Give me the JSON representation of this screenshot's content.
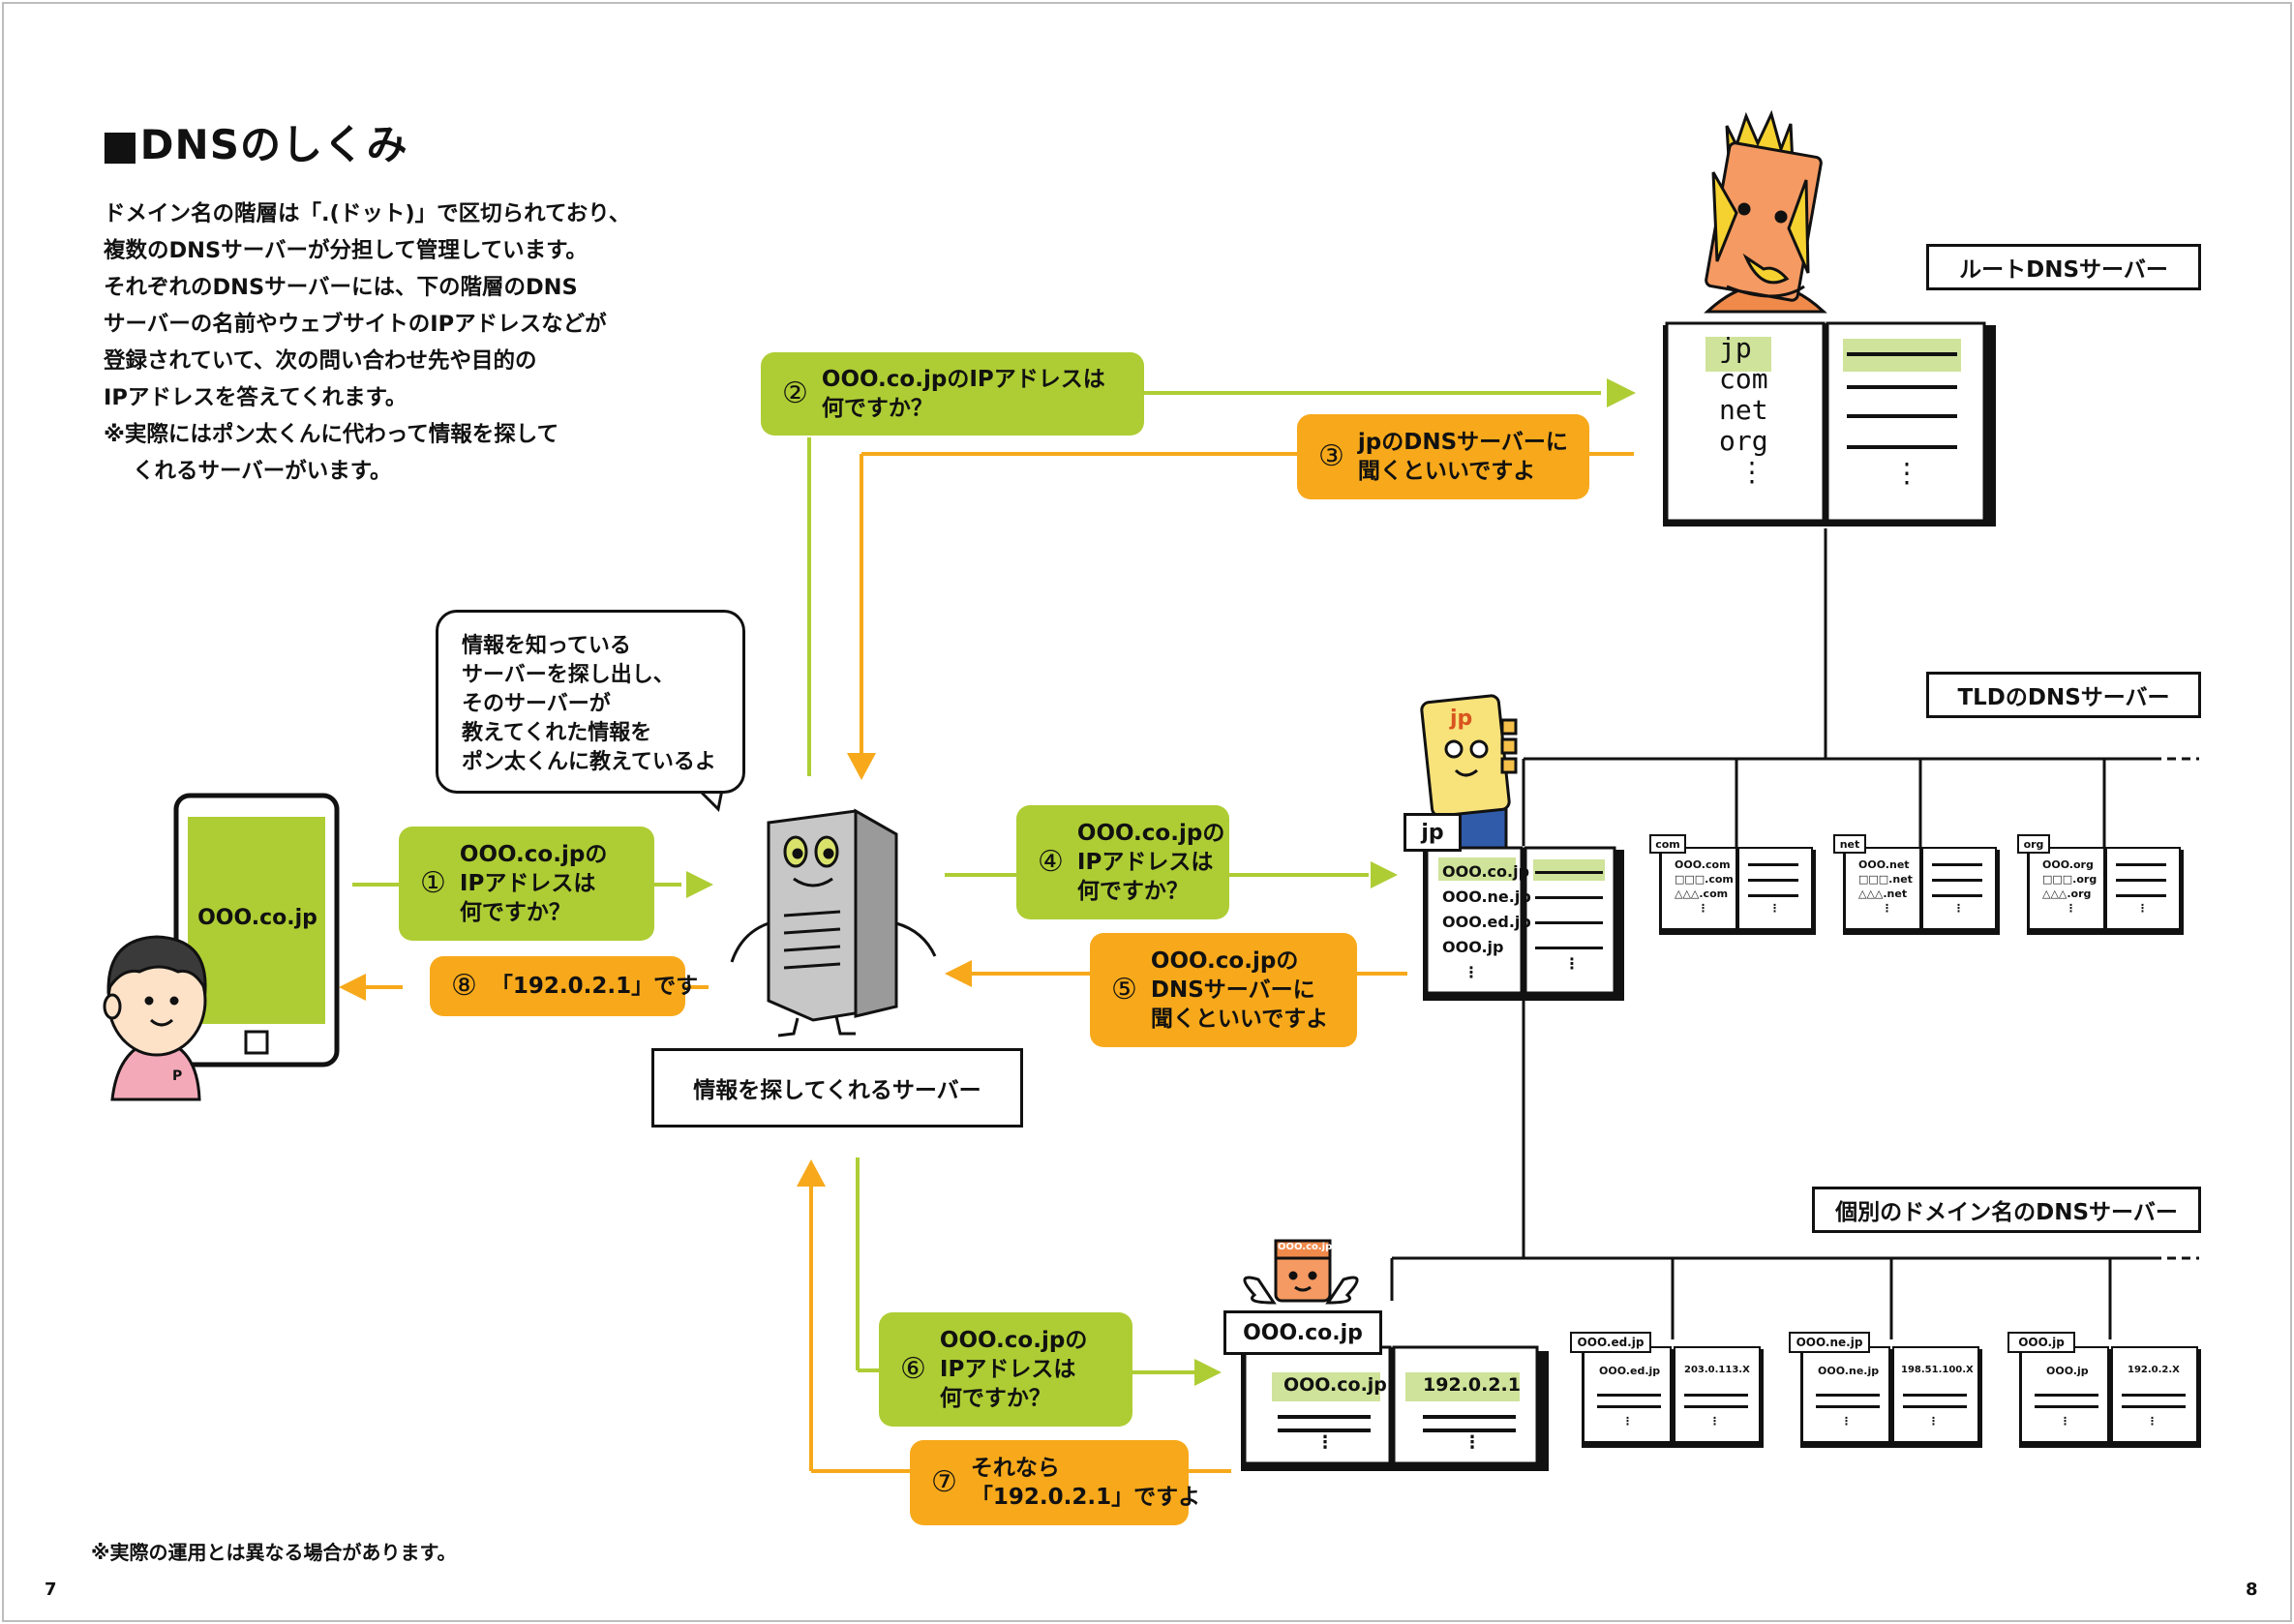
{
  "heading": "■DNSのしくみ",
  "intro": [
    "ドメイン名の階層は「.(ドット)」で区切られており、",
    "複数のDNSサーバーが分担して管理しています。",
    "それぞれのDNSサーバーには、下の階層のDNS",
    "サーバーの名前やウェブサイトのIPアドレスなどが",
    "登録されていて、次の問い合わせ先や目的の",
    "IPアドレスを答えてくれます。",
    "※実際にはポン太くんに代わって情報を探して",
    "くれるサーバーがいます。"
  ],
  "footnote": "※実際の運用とは異なる場合があります。",
  "page_numbers": {
    "left": "7",
    "right": "8"
  },
  "bubble": [
    "情報を知っている",
    "サーバーを探し出し、",
    "そのサーバーが",
    "教えてくれた情報を",
    "ポン太くんに教えているよ"
  ],
  "resolver_label": "情報を探してくれるサーバー",
  "phone_text": "OOO.co.jp",
  "labels": {
    "root": "ルートDNSサーバー",
    "tld": "TLDのDNSサーバー",
    "individual": "個別のドメイン名のDNSサーバー",
    "jp_tag": "jp",
    "domain_tag": "OOO.co.jp"
  },
  "steps": [
    {
      "num": "①",
      "lines": [
        "OOO.co.jpの",
        "IPアドレスは",
        "何ですか？"
      ]
    },
    {
      "num": "②",
      "lines": [
        "OOO.co.jpのIPアドレスは",
        "何ですか？"
      ]
    },
    {
      "num": "③",
      "lines": [
        "jpのDNSサーバーに",
        "聞くといいですよ"
      ]
    },
    {
      "num": "④",
      "lines": [
        "OOO.co.jpの",
        "IPアドレスは",
        "何ですか？"
      ]
    },
    {
      "num": "⑤",
      "lines": [
        "OOO.co.jpの",
        "DNSサーバーに",
        "聞くといいですよ"
      ]
    },
    {
      "num": "⑥",
      "lines": [
        "OOO.co.jpの",
        "IPアドレスは",
        "何ですか？"
      ]
    },
    {
      "num": "⑦",
      "lines": [
        "それなら",
        "「192.0.2.1」ですよ"
      ]
    },
    {
      "num": "⑧",
      "lines": [
        "「192.0.2.1」です"
      ]
    }
  ],
  "root_book": {
    "left": [
      "jp",
      "com",
      "net",
      "org",
      "⋮"
    ],
    "right": "⋮"
  },
  "jp_book": {
    "left": [
      "OOO.co.jp",
      "OOO.ne.jp",
      "OOO.ed.jp",
      "OOO.jp",
      "⋮"
    ],
    "right": "⋮"
  },
  "tld_books": [
    {
      "tag": "com",
      "left": [
        "OOO.com",
        "□□□.com",
        "△△△.com",
        "⋮"
      ],
      "right": "⋮"
    },
    {
      "tag": "net",
      "left": [
        "OOO.net",
        "□□□.net",
        "△△△.net",
        "⋮"
      ],
      "right": "⋮"
    },
    {
      "tag": "org",
      "left": [
        "OOO.org",
        "□□□.org",
        "△△△.org",
        "⋮"
      ],
      "right": "⋮"
    }
  ],
  "domain_book": {
    "left": "OOO.co.jp",
    "right": "192.0.2.1",
    "more": "⋮"
  },
  "domain_books": [
    {
      "tag": "OOO.ed.jp",
      "left": "OOO.ed.jp",
      "right": "203.0.113.X",
      "more": "⋮"
    },
    {
      "tag": "OOO.ne.jp",
      "left": "OOO.ne.jp",
      "right": "198.51.100.X",
      "more": "⋮"
    },
    {
      "tag": "OOO.jp",
      "left": "OOO.jp",
      "right": "192.0.2.X",
      "more": "⋮"
    }
  ],
  "mascot_labels": {
    "jp_character": "jp",
    "domain_character": "OOO.co.jp",
    "boy_shirt": "P"
  },
  "colors": {
    "green": "#aecd34",
    "orange": "#f7a91b",
    "highlight": "#cfe39a",
    "ink": "#111111"
  }
}
